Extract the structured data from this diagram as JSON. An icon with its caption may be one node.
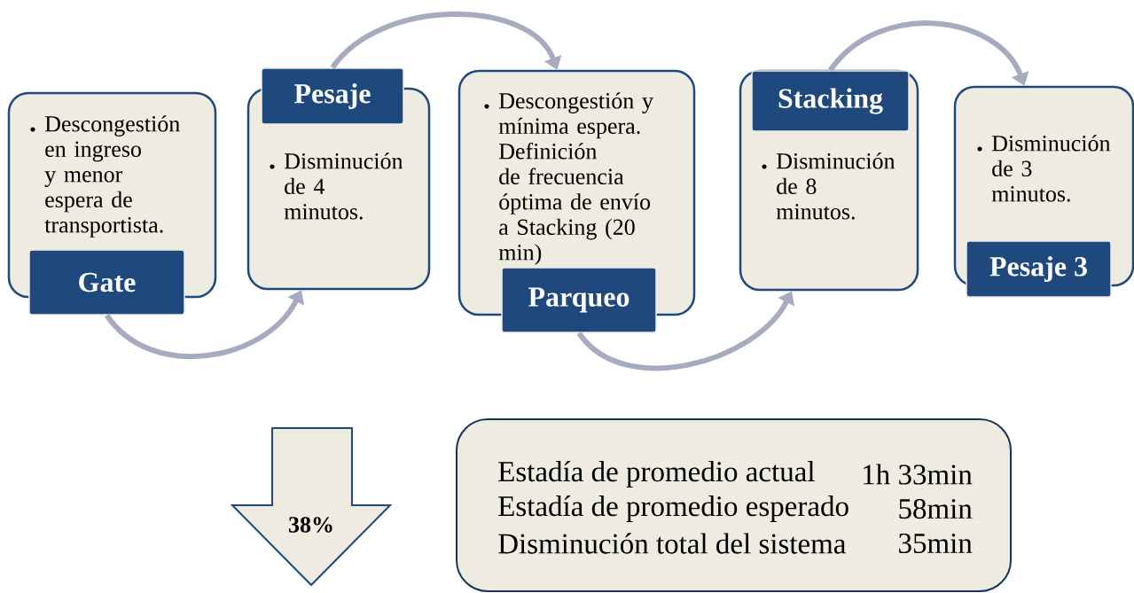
{
  "diagram": {
    "nodes": [
      {
        "text": [
          "Descongestión en ingreso y menor espera de transportista.",
          "Gate"
        ]
      },
      {
        "text": [
          "Pesaje",
          "Disminución de 4 minutos."
        ]
      },
      {
        "text": [
          "Descongestión y mínima espera. Definición de frecuencia óptima de envío a Stacking (20 min)",
          "Parqueo"
        ]
      },
      {
        "text": [
          "Stacking",
          "Disminución de 8 minutos."
        ]
      },
      {
        "text": [
          "Disminución de 3 minutos.",
          "Pesaje 3"
        ]
      },
      {
        "text": [
          "38%"
        ]
      },
      {
        "text": [
          "Estadía de promedio actual",
          "1h 33min",
          "Estadía de promedio esperado",
          "58min",
          "Disminución total del sistema",
          "35min"
        ]
      }
    ],
    "edges": [
      {
        "from": 0,
        "to": 1,
        "arrow": "to"
      },
      {
        "from": 1,
        "to": 2,
        "arrow": "to"
      },
      {
        "from": 2,
        "to": 3,
        "arrow": "to"
      },
      {
        "from": 3,
        "to": 4,
        "arrow": "to"
      }
    ]
  }
}
